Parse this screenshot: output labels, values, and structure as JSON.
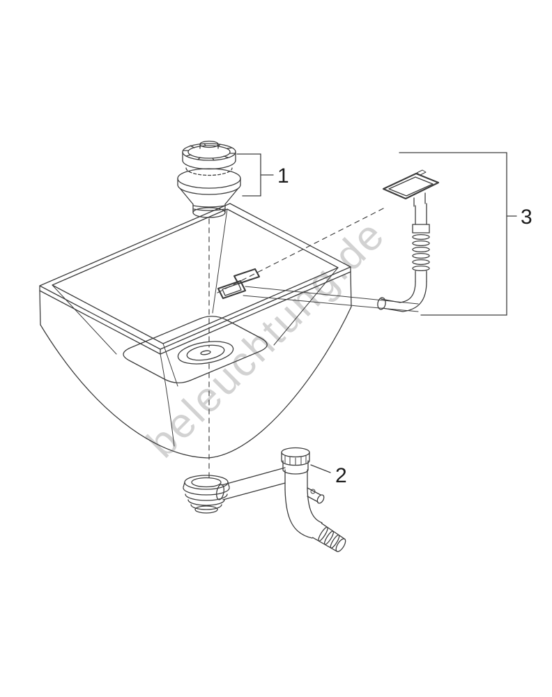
{
  "diagram": {
    "watermark": "beleuchtung.de",
    "labels": {
      "part1": "1",
      "part2": "2",
      "part3": "3"
    },
    "colors": {
      "background": "#ffffff",
      "line": "#3c3c3c",
      "label": "#1a1a1a",
      "watermark": "#d2d2d2"
    }
  }
}
